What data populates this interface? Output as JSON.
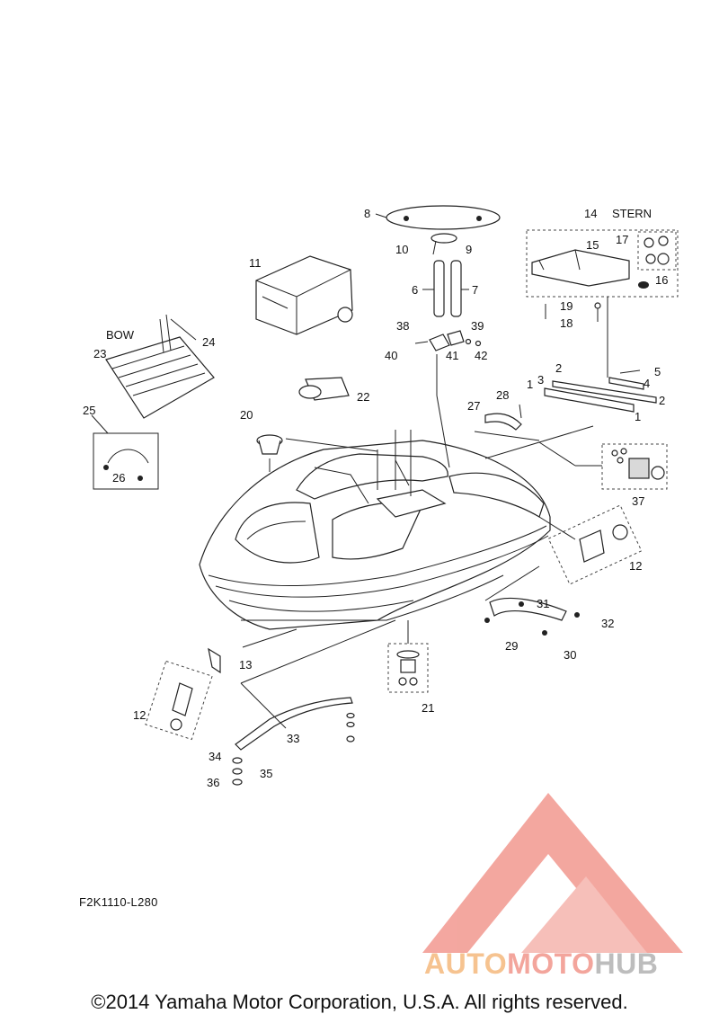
{
  "diagram": {
    "callouts": [
      "1",
      "2",
      "2",
      "3",
      "4",
      "5",
      "6",
      "7",
      "8",
      "9",
      "10",
      "11",
      "12",
      "12",
      "13",
      "14",
      "15",
      "16",
      "17",
      "18",
      "19",
      "20",
      "21",
      "22",
      "23",
      "24",
      "25",
      "26",
      "27",
      "28",
      "29",
      "30",
      "31",
      "32",
      "33",
      "34",
      "35",
      "36",
      "37",
      "38",
      "39",
      "40",
      "41",
      "42",
      "1"
    ],
    "text_labels": {
      "stern": "STERN",
      "bow": "BOW"
    },
    "drawing_code": "F2K1110-L280",
    "copyright": "©2014 Yamaha Motor Corporation, U.S.A. All rights reserved."
  },
  "watermark": {
    "part1": "AUTO",
    "part2": "MOTO",
    "part3": "HUB",
    "colors": {
      "auto": "#f6c390",
      "moto": "#f3a59c",
      "hub": "#bdbdbd",
      "triangle": "#f08a80"
    }
  }
}
